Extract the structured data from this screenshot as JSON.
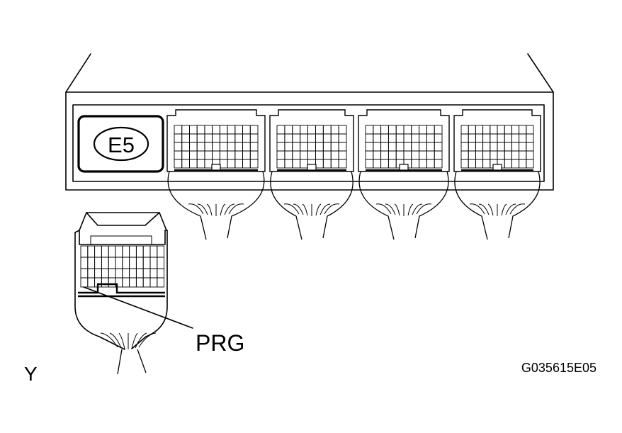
{
  "connector_label": "E5",
  "pin_label": "PRG",
  "view_marker": "Y",
  "figure_code": "G035615E05",
  "colors": {
    "line": "#000000",
    "background": "#ffffff"
  }
}
